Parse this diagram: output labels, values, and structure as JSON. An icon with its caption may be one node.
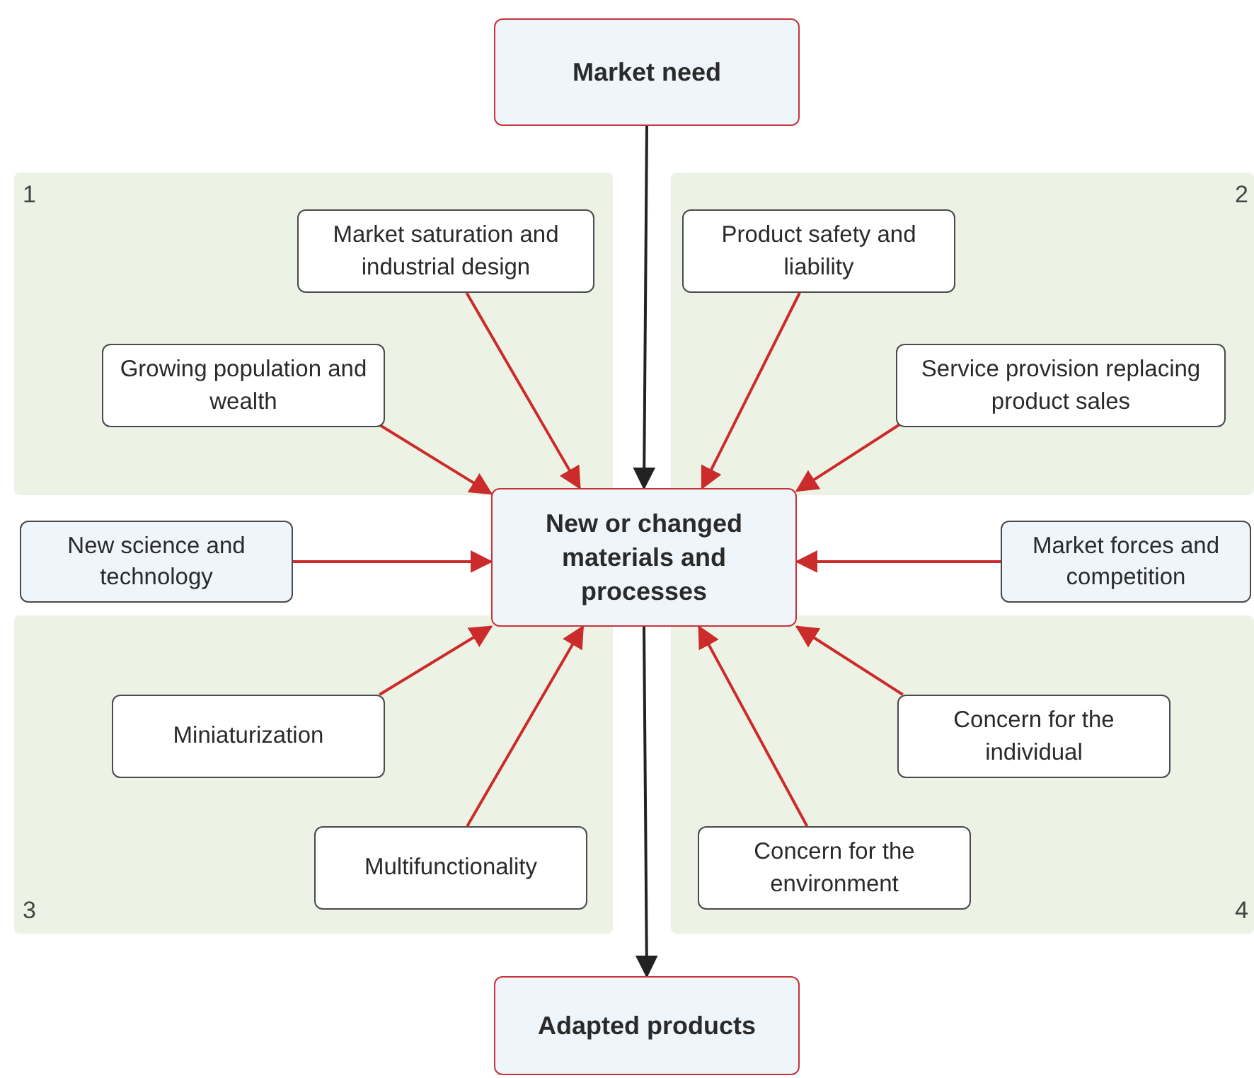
{
  "diagram": {
    "nodes": [
      {
        "text": [
          "Market need"
        ]
      },
      {
        "text": [
          "1"
        ]
      },
      {
        "text": [
          "Market saturation and industrial design"
        ],
        "in": 1
      },
      {
        "text": [
          "Growing population and wealth"
        ],
        "in": 1
      },
      {
        "text": [
          "2"
        ]
      },
      {
        "text": [
          "Product safety and liability"
        ],
        "in": 4
      },
      {
        "text": [
          "Service provision replacing product sales"
        ],
        "in": 4
      },
      {
        "text": [
          "New science and technology"
        ]
      },
      {
        "text": [
          "New or changed materials and processes"
        ]
      },
      {
        "text": [
          "Market forces and competition"
        ]
      },
      {
        "text": [
          "3"
        ]
      },
      {
        "text": [
          "Miniaturization"
        ],
        "in": 10
      },
      {
        "text": [
          "Multifunctionality"
        ],
        "in": 10
      },
      {
        "text": [
          "4"
        ]
      },
      {
        "text": [
          "Concern for the individual"
        ],
        "in": 13
      },
      {
        "text": [
          "Concern for the environment"
        ],
        "in": 13
      },
      {
        "text": [
          "Adapted products"
        ]
      }
    ],
    "edges": [
      {
        "from": 0,
        "to": 8,
        "arrow": "to",
        "color": "#222222"
      },
      {
        "from": 2,
        "to": 8,
        "arrow": "to"
      },
      {
        "from": 3,
        "to": 8,
        "arrow": "to"
      },
      {
        "from": 5,
        "to": 8,
        "arrow": "to"
      },
      {
        "from": 6,
        "to": 8,
        "arrow": "to"
      },
      {
        "from": 7,
        "to": 8,
        "arrow": "to"
      },
      {
        "from": 9,
        "to": 8,
        "arrow": "to"
      },
      {
        "from": 11,
        "to": 8,
        "arrow": "to"
      },
      {
        "from": 12,
        "to": 8,
        "arrow": "to"
      },
      {
        "from": 14,
        "to": 8,
        "arrow": "to"
      },
      {
        "from": 15,
        "to": 8,
        "arrow": "to"
      },
      {
        "from": 8,
        "to": 16,
        "arrow": "to",
        "color": "#222222"
      }
    ]
  }
}
